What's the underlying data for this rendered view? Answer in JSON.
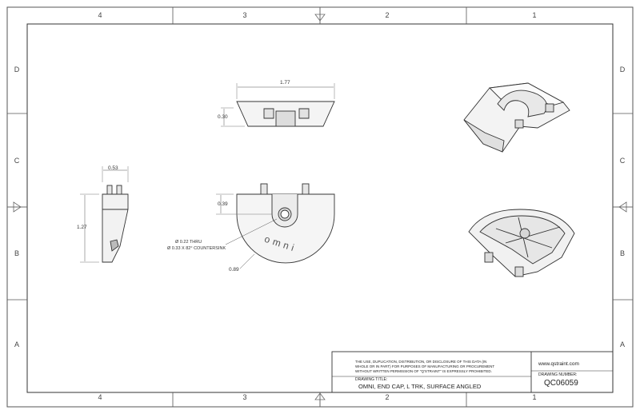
{
  "zones": {
    "columns_top": [
      "4",
      "3",
      "2",
      "1"
    ],
    "columns_bottom": [
      "4",
      "3",
      "2",
      "1"
    ],
    "rows_left": [
      "D",
      "C",
      "B",
      "A"
    ],
    "rows_right": [
      "D",
      "C",
      "B",
      "A"
    ]
  },
  "dimensions": {
    "top_width": "1.77",
    "top_height": "0.30",
    "side_width": "0.53",
    "side_height": "1.27",
    "front_offset": "0.39",
    "front_radius": "0.89",
    "hole_note_line1": "Ø 0.22 THRU",
    "hole_note_line2": "Ø 0.33 X 82° COUNTERSINK"
  },
  "part_marking": "omni",
  "title_block": {
    "disclaimer_line1": "THE USE, DUPLICATION, DISTRIBUTION, OR DISCLOSURE OF THIS DATA (IN",
    "disclaimer_line2": "WHOLE OR IN PART) FOR PURPOSES OF MANUFACTURING OR PROCUREMENT",
    "disclaimer_line3": "WITHOUT WRITTEN PERMISSION OF \"Q'STRAINT\" IS EXPRESSLY PROHIBITED.",
    "drawing_title_label": "DRAWING TITLE:",
    "drawing_title": "OMNI, END CAP, L TRK, SURFACE ANGLED",
    "website": "www.qstraint.com",
    "drawing_number_label": "DRAWING NUMBER:",
    "drawing_number": "QC06059"
  }
}
